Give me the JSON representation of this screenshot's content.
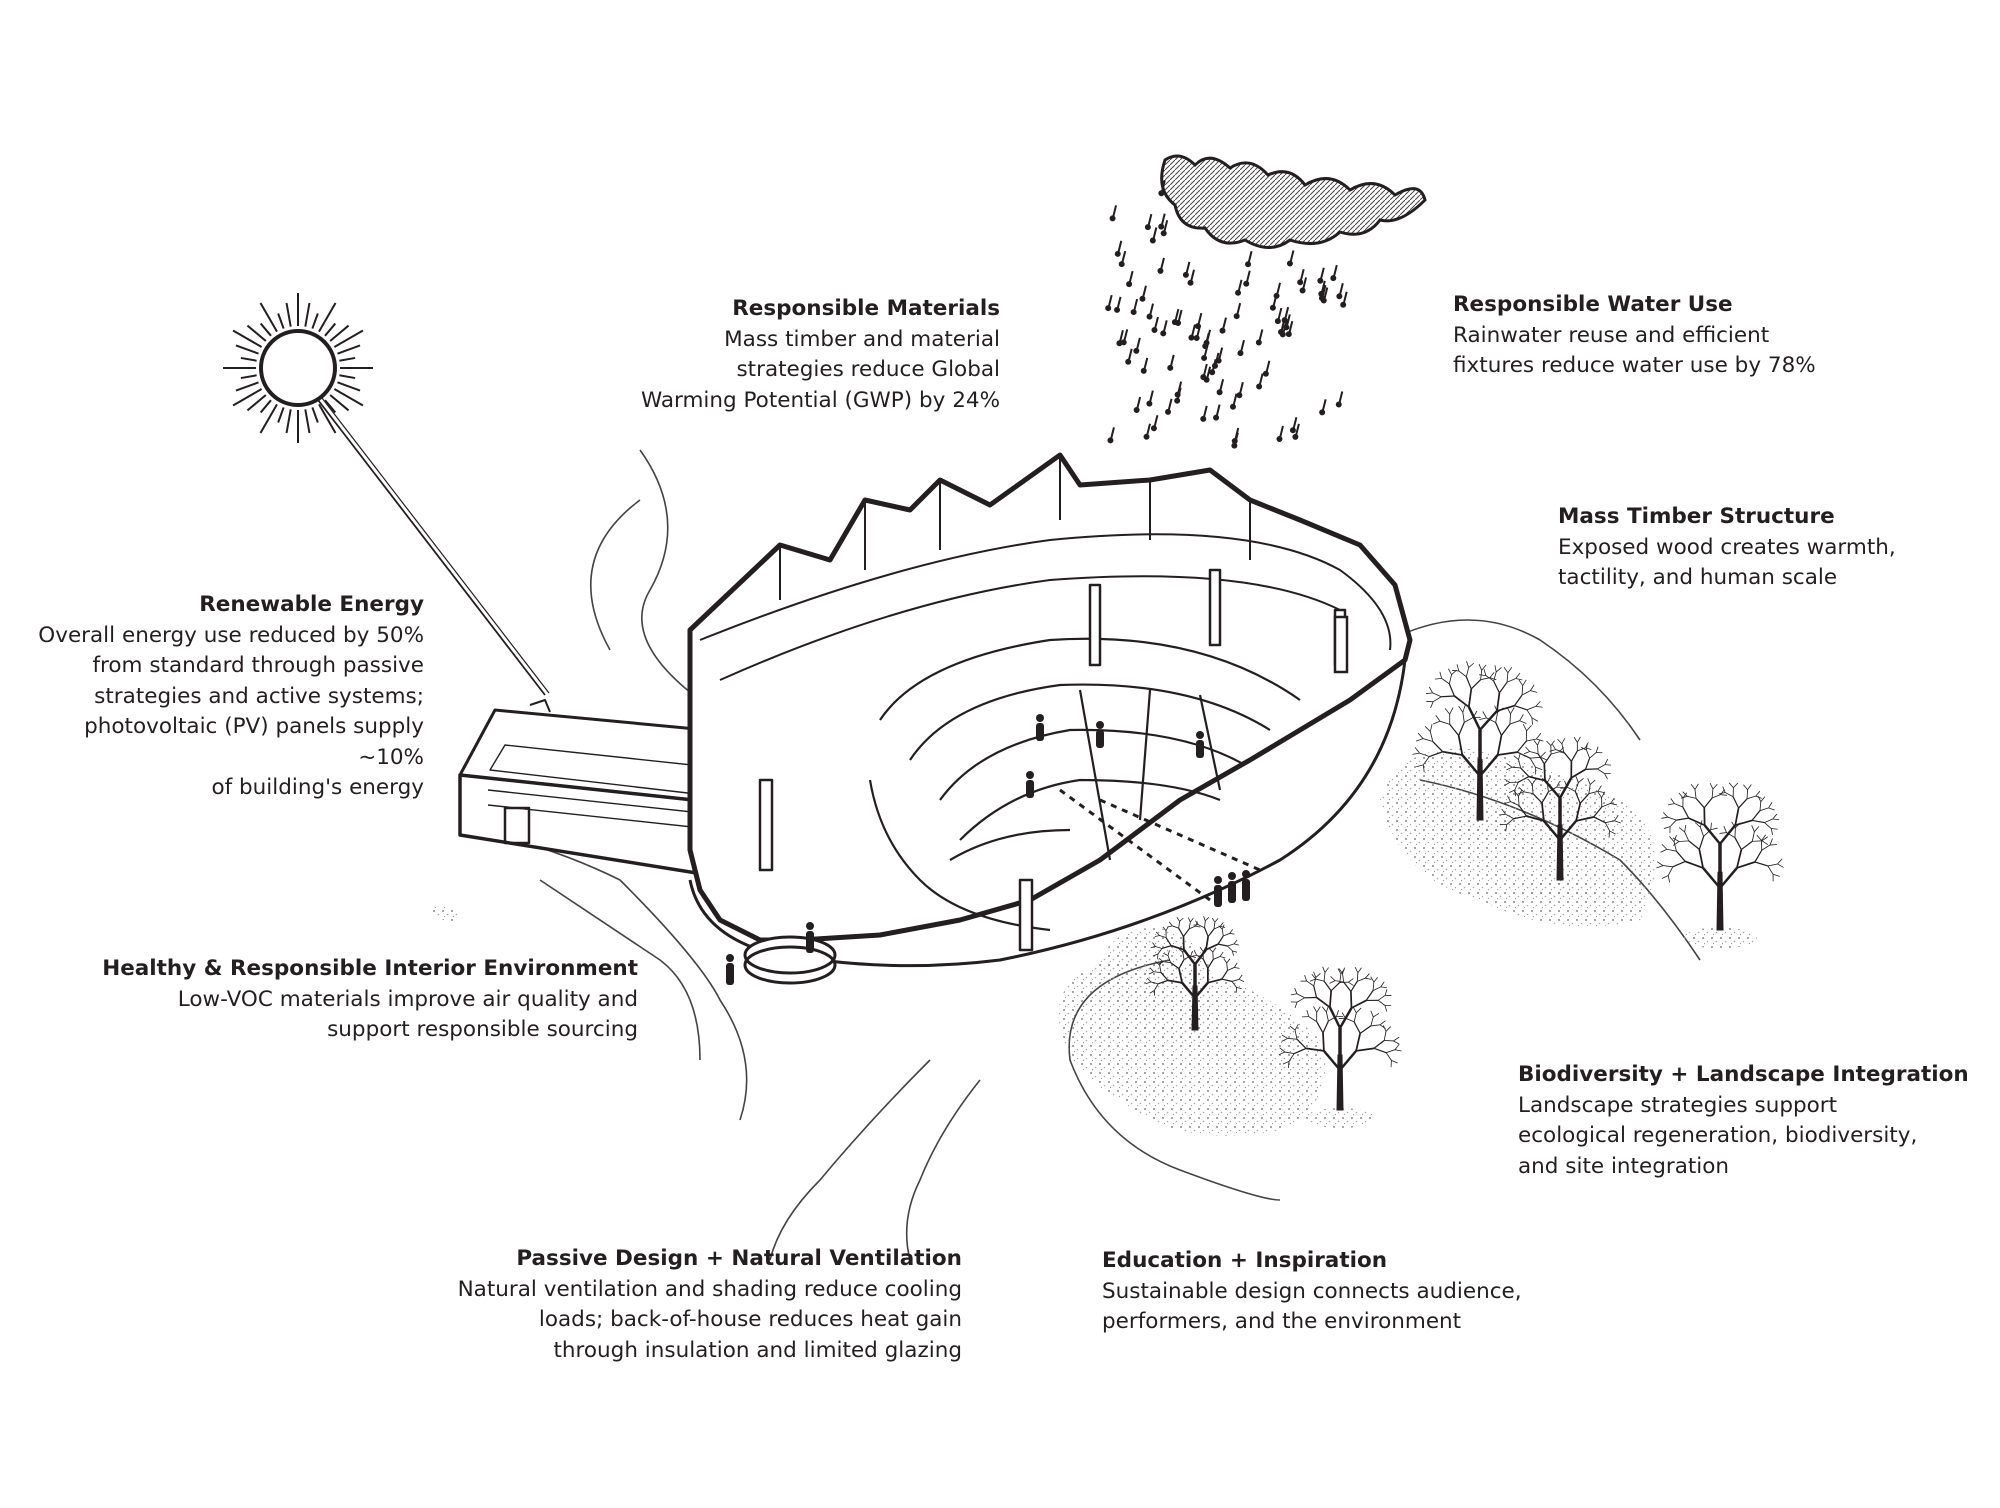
{
  "annotations": {
    "responsible_materials": {
      "title": "Responsible Materials",
      "lines": [
        "Mass timber and material",
        "strategies reduce Global",
        "Warming Potential (GWP) by 24%"
      ]
    },
    "responsible_water_use": {
      "title": "Responsible Water Use",
      "lines": [
        "Rainwater reuse and efficient",
        "fixtures reduce water use by 78%"
      ]
    },
    "mass_timber_structure": {
      "title": "Mass Timber Structure",
      "lines": [
        "Exposed wood creates warmth,",
        "tactility, and human scale"
      ]
    },
    "renewable_energy": {
      "title": "Renewable Energy",
      "lines": [
        "Overall energy use reduced by 50%",
        "from standard through passive",
        "strategies and active systems;",
        "photovoltaic (PV) panels supply ~10%",
        "of building's energy"
      ]
    },
    "healthy_interior": {
      "title": "Healthy & Responsible Interior Environment",
      "lines": [
        "Low-VOC materials improve air quality and",
        "support responsible sourcing"
      ]
    },
    "biodiversity": {
      "title": "Biodiversity + Landscape Integration",
      "lines": [
        "Landscape strategies support",
        "ecological regeneration, biodiversity,",
        "and site integration"
      ]
    },
    "passive_design": {
      "title": "Passive Design + Natural Ventilation",
      "lines": [
        "Natural ventilation and shading reduce cooling",
        "loads; back-of-house reduces heat gain",
        "through insulation and limited glazing"
      ]
    },
    "education": {
      "title": "Education + Inspiration",
      "lines": [
        "Sustainable design connects audience,",
        "performers, and the environment"
      ]
    }
  },
  "colors": {
    "ink": "#231f20",
    "paper": "#ffffff",
    "stipple": "#9a9a9a"
  },
  "icons": [
    "sun-icon",
    "rain-cloud-icon",
    "tree-icon",
    "person-icon",
    "solar-panel-icon"
  ]
}
